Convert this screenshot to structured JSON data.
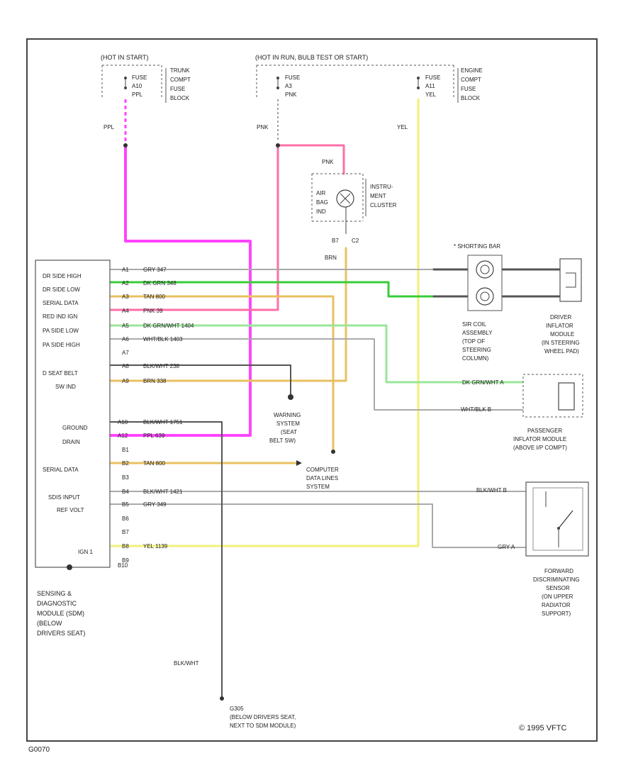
{
  "frame": {
    "code": "G0070",
    "copyright": "© 1995 VFTC"
  },
  "fuse_blocks": {
    "trunk": {
      "header": "(HOT IN START)",
      "fuse_lines": [
        "FUSE",
        "A10",
        "PPL"
      ],
      "block_lines": [
        "TRUNK",
        "COMPT",
        "FUSE",
        "BLOCK"
      ]
    },
    "engine": {
      "header": "(HOT IN RUN, BULB TEST OR START)",
      "fuse_left_lines": [
        "FUSE",
        "A3",
        "PNK"
      ],
      "fuse_right_lines": [
        "FUSE",
        "A11",
        "YEL"
      ],
      "block_lines": [
        "ENGINE",
        "COMPT",
        "FUSE",
        "BLOCK"
      ]
    }
  },
  "wire_labels": {
    "ppl": "PPL",
    "pnk": "PNK",
    "yel": "YEL",
    "brn": "BRN",
    "blk_wht": "BLK/WHT"
  },
  "cluster": {
    "top_label": "PNK",
    "bulb_lines": [
      "AIR",
      "BAG",
      "IND"
    ],
    "name_lines": [
      "INSTRU-",
      "MENT",
      "CLUSTER"
    ],
    "connector_left": "B7",
    "connector_right": "C2"
  },
  "sdm": {
    "left_labels": [
      "DR SIDE HIGH",
      "DR SIDE LOW",
      "SERIAL DATA",
      "RED IND IGN",
      "PA SIDE LOW",
      "PA SIDE HIGH",
      "D SEAT BELT",
      "SW IND",
      "GROUND",
      "DRAIN",
      "SERIAL DATA",
      "SDIS INPUT",
      "REF VOLT",
      "IGN 1"
    ],
    "pins": [
      "A1",
      "A2",
      "A3",
      "A4",
      "A5",
      "A6",
      "A7",
      "A8",
      "A9",
      "A10",
      "A12",
      "B1",
      "B2",
      "B3",
      "B4",
      "B5",
      "B6",
      "B7",
      "B8",
      "B9",
      "B10"
    ],
    "wire_codes": [
      "GRY  347",
      "DK GRN  348",
      "TAN  800",
      "PNK  39",
      "DK GRN/WHT  1404",
      "WHT/BLK  1403",
      "BLK/WHT  238",
      "BRN  338",
      "BLK/WHT  1751",
      "PPL  639",
      "TAN  800",
      "BLK/WHT  1421",
      "GRY  349",
      "YEL  1139"
    ],
    "caption_lines": [
      "SENSING &",
      "DIAGNOSTIC",
      "MODULE (SDM)",
      "(BELOW",
      "DRIVERS SEAT)"
    ]
  },
  "shorting_bar": {
    "title": "* SHORTING BAR"
  },
  "coil_caption_lines": [
    "SIR COIL",
    "ASSEMBLY",
    "(TOP OF",
    "STEERING",
    "COLUMN)"
  ],
  "driver_caption_lines": [
    "DRIVER",
    "INFLATOR",
    "MODULE",
    "(IN STEERING",
    "WHEEL PAD)"
  ],
  "pass_pins": [
    "DK GRN/WHT  A",
    "WHT/BLK  B"
  ],
  "pass_caption_lines": [
    "PASSENGER",
    "INFLATOR MODULE",
    "(ABOVE I/P COMPT)"
  ],
  "sensor_pins": [
    "BLK/WHT  B",
    "GRY  A"
  ],
  "sensor_caption_lines": [
    "FORWARD",
    "DISCRIMINATING",
    "SENSOR",
    "(ON UPPER",
    "RADIATOR",
    "SUPPORT)"
  ],
  "warning_lines": [
    "WARNING",
    "SYSTEM",
    "(SEAT",
    "BELT SW)"
  ],
  "computer_lines": [
    "COMPUTER",
    "DATA LINES",
    "SYSTEM"
  ],
  "ground_lines": [
    "G305",
    "(BELOW DRIVERS SEAT,",
    "NEXT TO SDM MODULE)"
  ],
  "colors": {
    "ppl": "#ff44ff",
    "pnk": "#ff6fa8",
    "yel": "#f0f07a",
    "tan": "#e8c060",
    "dk_grn": "#38cc38",
    "lt_grn": "#9ae69a",
    "gry": "#aaaaaa",
    "blk": "#555555",
    "frame": "#444444"
  }
}
